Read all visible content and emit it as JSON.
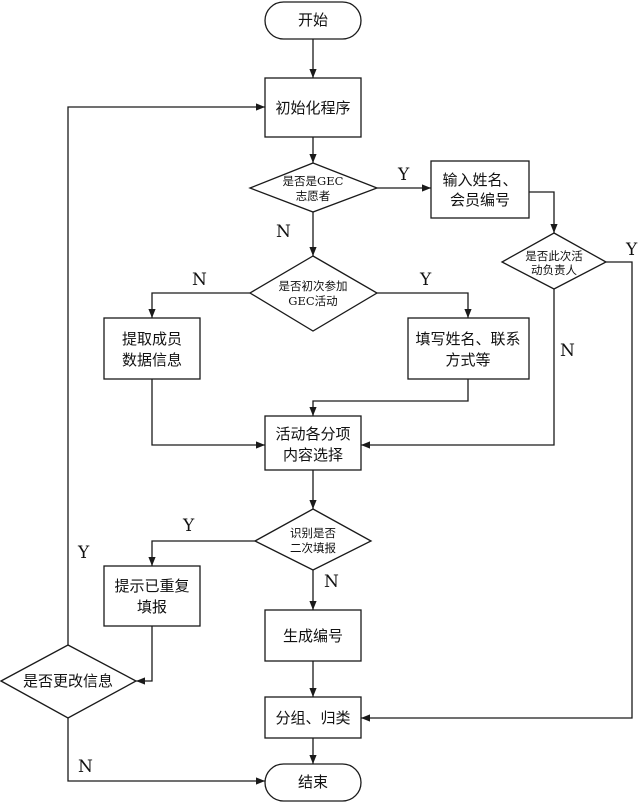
{
  "nodes": {
    "start": "开始",
    "init": "初始化程序",
    "is_gec_1": "是否是GEC",
    "is_gec_2": "志愿者",
    "input_name_1": "输入姓名、",
    "input_name_2": "会员编号",
    "is_leader_1": "是否此次活",
    "is_leader_2": "动负责人",
    "first_time_1": "是否初次参加",
    "first_time_2": "GEC活动",
    "fetch_info_1": "提取成员",
    "fetch_info_2": "数据信息",
    "fill_contact_1": "填写姓名、联系",
    "fill_contact_2": "方式等",
    "select_items_1": "活动各分项",
    "select_items_2": "内容选择",
    "duplicate_1": "识别是否",
    "duplicate_2": "二次填报",
    "warn_dup_1": "提示已重复",
    "warn_dup_2": "填报",
    "gen_number": "生成编号",
    "modify_info": "是否更改信息",
    "group": "分组、归类",
    "end": "结束"
  },
  "labels": {
    "y": "Y",
    "n": "N"
  }
}
